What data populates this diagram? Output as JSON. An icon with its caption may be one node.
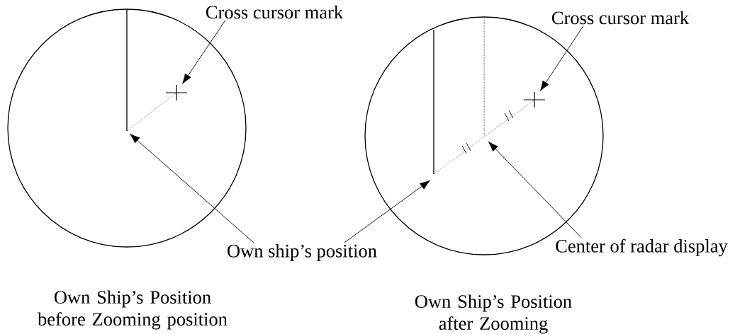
{
  "diagram": {
    "nodes": [
      {
        "text": [
          "Cross cursor mark"
        ]
      },
      {
        "text": [],
        "shape": "cross"
      },
      {
        "text": [
          "Own ship’s position"
        ]
      },
      {
        "text": [
          "Cross cursor mark"
        ]
      },
      {
        "text": [],
        "shape": "cross"
      },
      {
        "text": [
          "Center of radar display"
        ]
      }
    ],
    "edges": [
      {
        "from": 0,
        "to": 1,
        "arrow": "to"
      },
      {
        "from": 2,
        "to": null,
        "arrow": "to"
      },
      {
        "from": 2,
        "to": null,
        "arrow": "to"
      },
      {
        "from": 3,
        "to": 4,
        "arrow": "to"
      },
      {
        "from": 5,
        "to": null,
        "arrow": "to"
      }
    ],
    "labels": [
      "Own Ship’s Position before Zooming position",
      "Own Ship’s Position after Zooming"
    ]
  }
}
